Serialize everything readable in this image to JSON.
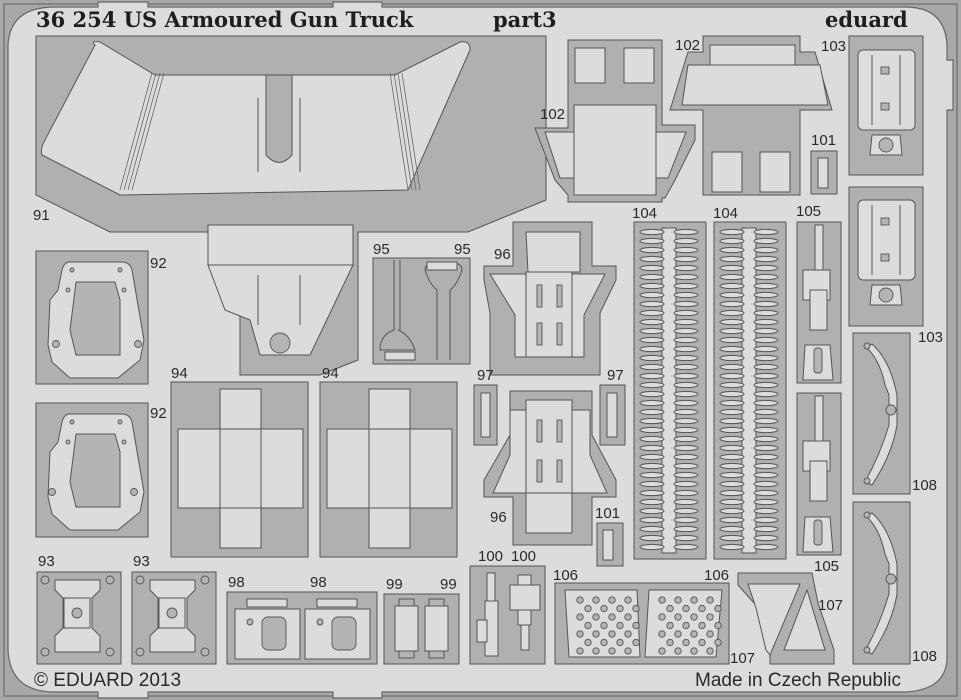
{
  "sheet": {
    "title": "36 254  US Armoured Gun Truck",
    "part_label": "part3",
    "brand": "eduard",
    "copyright": "© EDUARD 2013",
    "origin": "Made in Czech Republic"
  },
  "colors": {
    "frame": "#a8a8a8",
    "plate": "#dcdcdc",
    "fret": "#b0b0b0",
    "outline": "#555555",
    "text": "#1e1e1e"
  },
  "parts": {
    "p91": "91",
    "p92a": "92",
    "p92b": "92",
    "p93a": "93",
    "p93b": "93",
    "p94a": "94",
    "p94b": "94",
    "p95a": "95",
    "p95b": "95",
    "p96a": "96",
    "p96b": "96",
    "p97a": "97",
    "p97b": "97",
    "p98a": "98",
    "p98b": "98",
    "p99a": "99",
    "p99b": "99",
    "p100a": "100",
    "p100b": "100",
    "p101a": "101",
    "p101b": "101",
    "p102a": "102",
    "p102b": "102",
    "p103a": "103",
    "p103b": "103",
    "p104a": "104",
    "p104b": "104",
    "p105a": "105",
    "p105b": "105",
    "p106a": "106",
    "p106b": "106",
    "p107a": "107",
    "p107b": "107",
    "p108a": "108",
    "p108b": "108"
  }
}
